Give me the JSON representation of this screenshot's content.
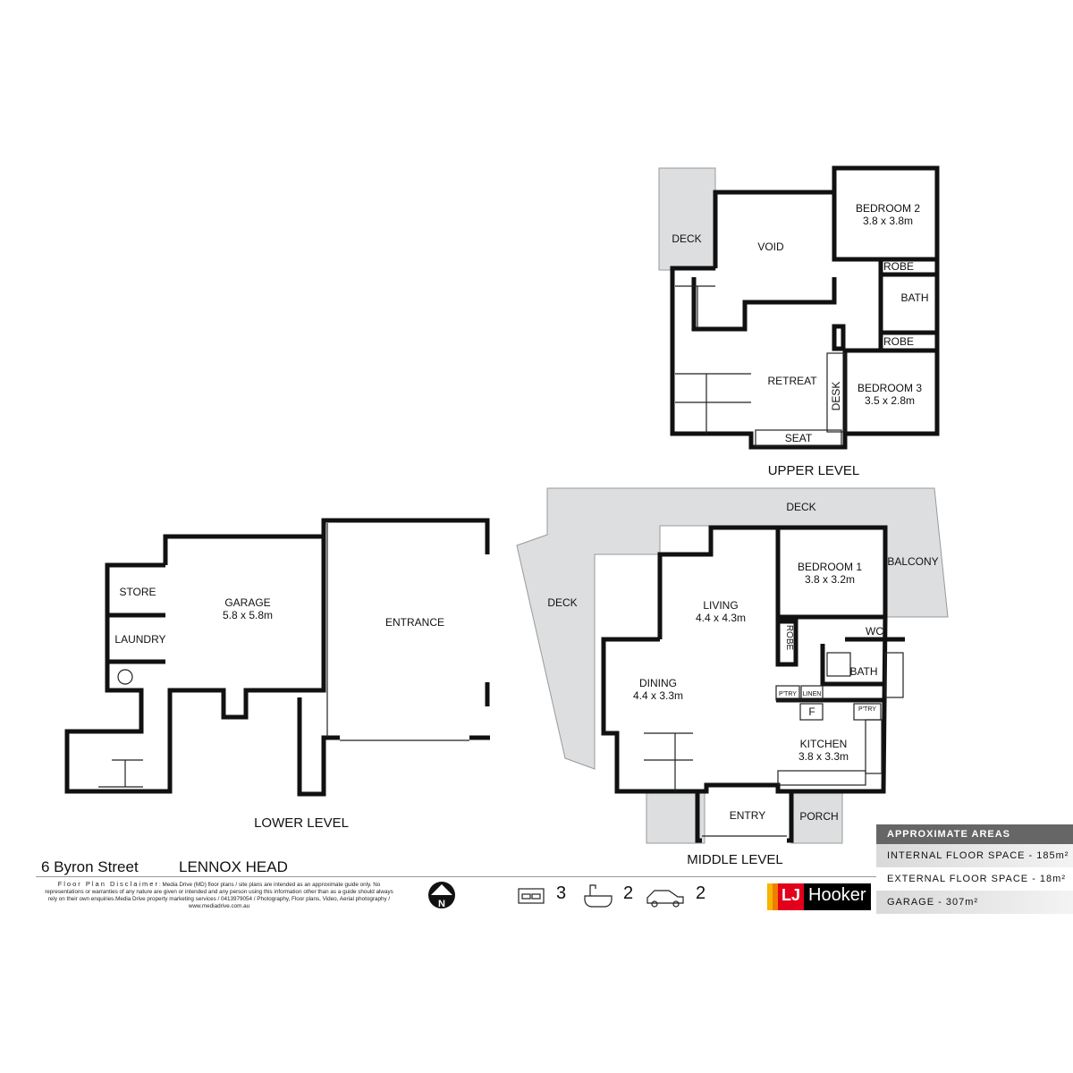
{
  "upper": {
    "title": "UPPER LEVEL",
    "deck": "DECK",
    "void": "VOID",
    "bedroom2": "BEDROOM 2",
    "bedroom2_size": "3.8 x 3.8m",
    "robe_a": "ROBE",
    "bath": "BATH",
    "robe_b": "ROBE",
    "retreat": "RETREAT",
    "desk": "DESK",
    "bedroom3": "BEDROOM 3",
    "bedroom3_size": "3.5 x 2.8m",
    "seat": "SEAT"
  },
  "middle": {
    "title": "MIDDLE LEVEL",
    "deck_top": "DECK",
    "deck_left": "DECK",
    "balcony": "BALCONY",
    "bedroom1": "BEDROOM 1",
    "bedroom1_size": "3.8 x 3.2m",
    "living": "LIVING",
    "living_size": "4.4 x 4.3m",
    "robe": "ROBE",
    "wc": "WC",
    "bath": "BATH",
    "dining": "DINING",
    "dining_size": "4.4 x 3.3m",
    "ptry_a": "P'TRY",
    "linen": "LINEN",
    "fridge": "F",
    "ptry_b": "P'TRY",
    "kitchen": "KITCHEN",
    "kitchen_size": "3.8 x 3.3m",
    "entry": "ENTRY",
    "porch": "PORCH"
  },
  "lower": {
    "title": "LOWER  LEVEL",
    "store": "STORE",
    "laundry": "LAUNDRY",
    "garage": "GARAGE",
    "garage_size": "5.8 x 5.8m",
    "entrance": "ENTRANCE"
  },
  "address": {
    "street": "6 Byron Street",
    "suburb": "LENNOX HEAD"
  },
  "disclaimer": {
    "heading": "Floor Plan Disclaimer",
    "text": ": Media Drive (MD) floor plans / site plans are intended as an approximate guide only. No representations or warranties of any nature are given or intended and any person using this information other than as a guide should always rely on their own enquiries.Media Drive property marketing services / 0413979054 / Photography, Floor plans,  Video, Aerial photography / www.mediadrive.com.au"
  },
  "compass": "N",
  "features": {
    "beds": "3",
    "baths": "2",
    "cars": "2"
  },
  "logo": {
    "lj": "LJ",
    "name": "Hooker"
  },
  "areas": {
    "heading": "APPROXIMATE AREAS",
    "internal": "INTERNAL FLOOR SPACE - 185m²",
    "external": "EXTERNAL FLOOR SPACE - 18m²",
    "garage": "GARAGE -  307m²"
  }
}
